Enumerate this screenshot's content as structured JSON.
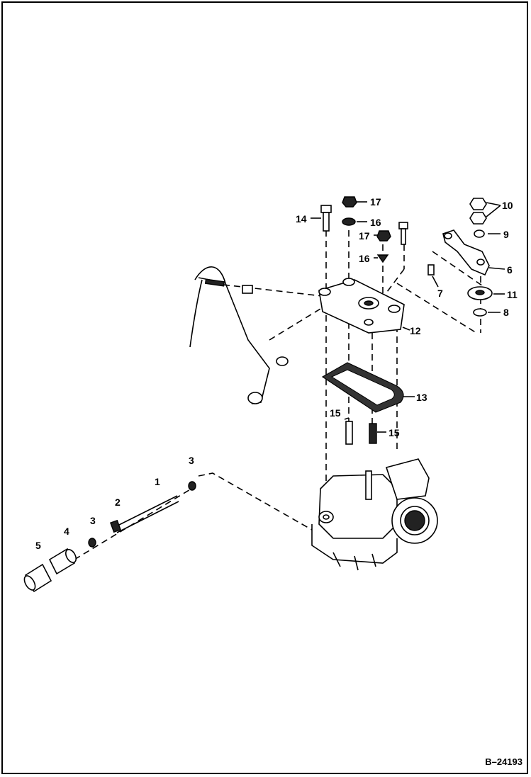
{
  "diagram": {
    "reference_code": "B–24193",
    "callouts": [
      {
        "id": "c1",
        "label": "1"
      },
      {
        "id": "c2",
        "label": "2"
      },
      {
        "id": "c3a",
        "label": "3"
      },
      {
        "id": "c3b",
        "label": "3"
      },
      {
        "id": "c4",
        "label": "4"
      },
      {
        "id": "c5",
        "label": "5"
      },
      {
        "id": "c6",
        "label": "6"
      },
      {
        "id": "c7",
        "label": "7"
      },
      {
        "id": "c8",
        "label": "8"
      },
      {
        "id": "c9",
        "label": "9"
      },
      {
        "id": "c10",
        "label": "10"
      },
      {
        "id": "c11",
        "label": "11"
      },
      {
        "id": "c12",
        "label": "12"
      },
      {
        "id": "c13",
        "label": "13"
      },
      {
        "id": "c14",
        "label": "14"
      },
      {
        "id": "c15a",
        "label": "15"
      },
      {
        "id": "c15b",
        "label": "15"
      },
      {
        "id": "c16a",
        "label": "16"
      },
      {
        "id": "c16b",
        "label": "16"
      },
      {
        "id": "c17a",
        "label": "17"
      },
      {
        "id": "c17b",
        "label": "17"
      }
    ]
  }
}
